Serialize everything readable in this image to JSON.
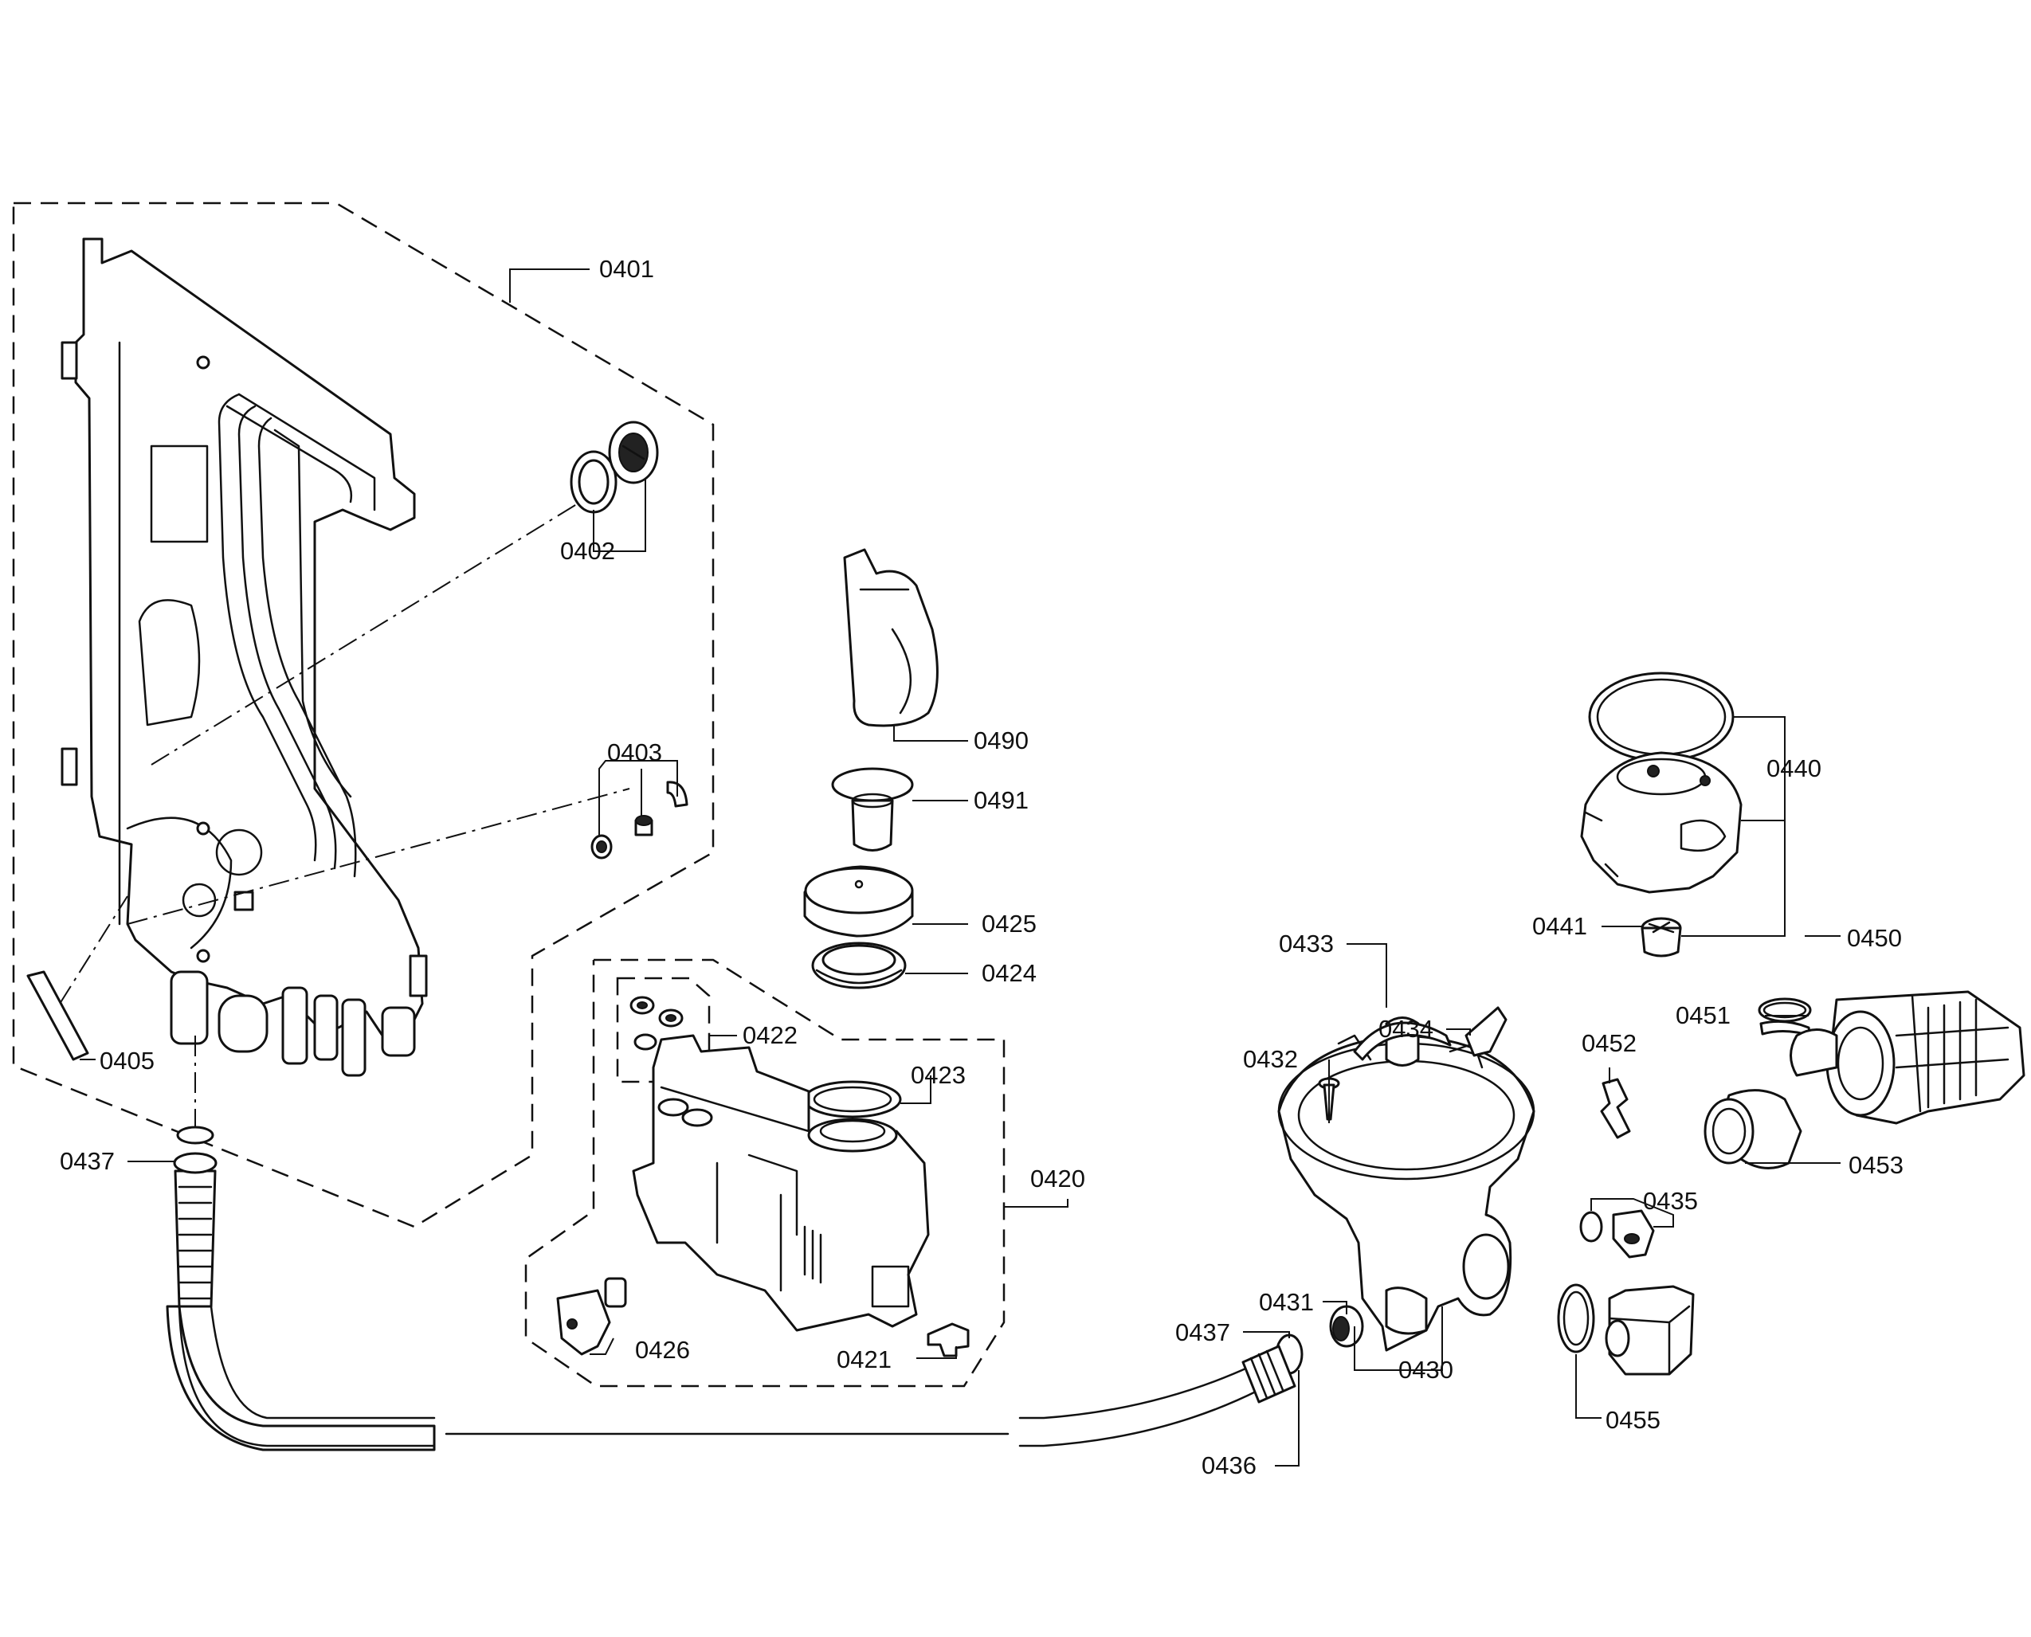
{
  "labels": {
    "p0401": "0401",
    "p0402": "0402",
    "p0403": "0403",
    "p0405": "0405",
    "p0437a": "0437",
    "p0490": "0490",
    "p0491": "0491",
    "p0425": "0425",
    "p0424": "0424",
    "p0422": "0422",
    "p0423": "0423",
    "p0420": "0420",
    "p0426": "0426",
    "p0421": "0421",
    "p0433": "0433",
    "p0434": "0434",
    "p0432": "0432",
    "p0431": "0431",
    "p0437b": "0437",
    "p0430": "0430",
    "p0436": "0436",
    "p0440": "0440",
    "p0441": "0441",
    "p0450": "0450",
    "p0451": "0451",
    "p0452": "0452",
    "p0453": "0453",
    "p0435": "0435",
    "p0455": "0455"
  },
  "colors": {
    "line": "#111111",
    "background": "#ffffff",
    "fill": "#ffffff"
  }
}
